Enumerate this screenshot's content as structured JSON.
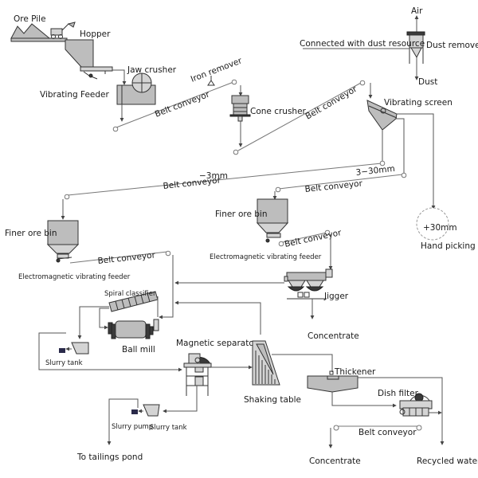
{
  "diagram": {
    "title": "Ore beneficiation process flow",
    "equipment": {
      "ore_pile": "Ore Pile",
      "hopper": "Hopper",
      "vibrating_feeder": "Vibrating  Feeder",
      "jaw_crusher": "Jaw crusher",
      "iron_remover": "Iron remover",
      "cone_crusher": "Cone crusher",
      "vibrating_screen": "Vibrating  screen",
      "dust_remover": "Dust remover",
      "dust_source": "Connected with dust resource",
      "air": "Air",
      "dust": "Dust",
      "finer_ore_bin_left": "Finer ore bin",
      "finer_ore_bin_right": "Finer ore bin",
      "em_feeder_left": "Electromagnetic vibrating feeder",
      "em_feeder_right": "Electromagnetic vibrating feeder",
      "jigger": "Jigger",
      "spiral_classifier": "Spiral classifier",
      "ball_mill": "Ball mill",
      "slurry_tank_upper": "Slurry tank",
      "magnetic_separator": "Magnetic separator",
      "shaking_table": "Shaking table",
      "thickener": "Thickener",
      "dish_filter": "Dish filter",
      "slurry_pump": "Slurry pump",
      "slurry_tank_lower": "Slurry tank",
      "hand_picking": "Hand picking",
      "oversize_circle": "+30mm"
    },
    "conveyors": {
      "belt_1": "Belt conveyor",
      "belt_2": "Belt conveyor",
      "belt_3": "Belt conveyor",
      "belt_4": "Belt conveyor",
      "belt_5": "Belt conveyor",
      "belt_6": "Belt conveyor",
      "belt_7": "Belt conveyor"
    },
    "size_fractions": {
      "fine": "−3mm",
      "medium": "3−30mm"
    },
    "outputs": {
      "concentrate_jigger": "Concentrate",
      "concentrate_final": "Concentrate",
      "recycled_water": "Recycled water",
      "tailings": "To tailings pond"
    }
  }
}
